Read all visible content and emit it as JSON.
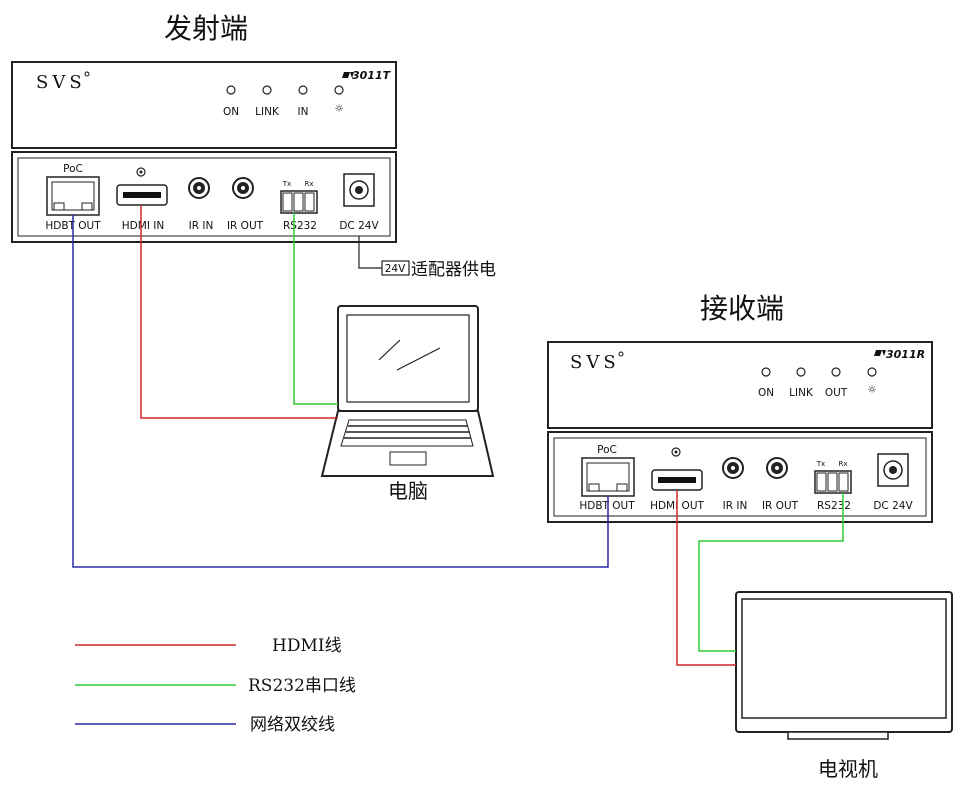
{
  "transmitter": {
    "title": "发射端",
    "brand": "SVS",
    "model": "3011T",
    "leds": [
      "ON",
      "LINK",
      "IN"
    ],
    "ports": {
      "poc": "PoC",
      "hdbt": "HDBT OUT",
      "hdmi": "HDMI IN",
      "ir_in": "IR IN",
      "ir_out": "IR OUT",
      "tx": "Tx",
      "rx": "Rx",
      "rs232": "RS232",
      "dc": "DC 24V"
    }
  },
  "receiver": {
    "title": "接收端",
    "brand": "SVS",
    "model": "3011R",
    "leds": [
      "ON",
      "LINK",
      "OUT"
    ],
    "ports": {
      "poc": "PoC",
      "hdbt": "HDBT OUT",
      "hdmi": "HDMI OUT",
      "ir_in": "IR IN",
      "ir_out": "IR OUT",
      "tx": "Tx",
      "rx": "Rx",
      "rs232": "RS232",
      "dc": "DC 24V"
    }
  },
  "adapter": {
    "badge": "24V",
    "label": "适配器供电"
  },
  "computer": {
    "label": "电脑"
  },
  "tv": {
    "label": "电视机"
  },
  "legend": [
    {
      "label": "HDMI线",
      "color": "#cc2a2a"
    },
    {
      "label": "RS232串口线",
      "color": "#33cc33"
    },
    {
      "label": "网络双绞线",
      "color": "#2a2aa8"
    }
  ],
  "colors": {
    "hdmi": "#cc2a2a",
    "rs232": "#33cc33",
    "network": "#2a2aa8"
  }
}
